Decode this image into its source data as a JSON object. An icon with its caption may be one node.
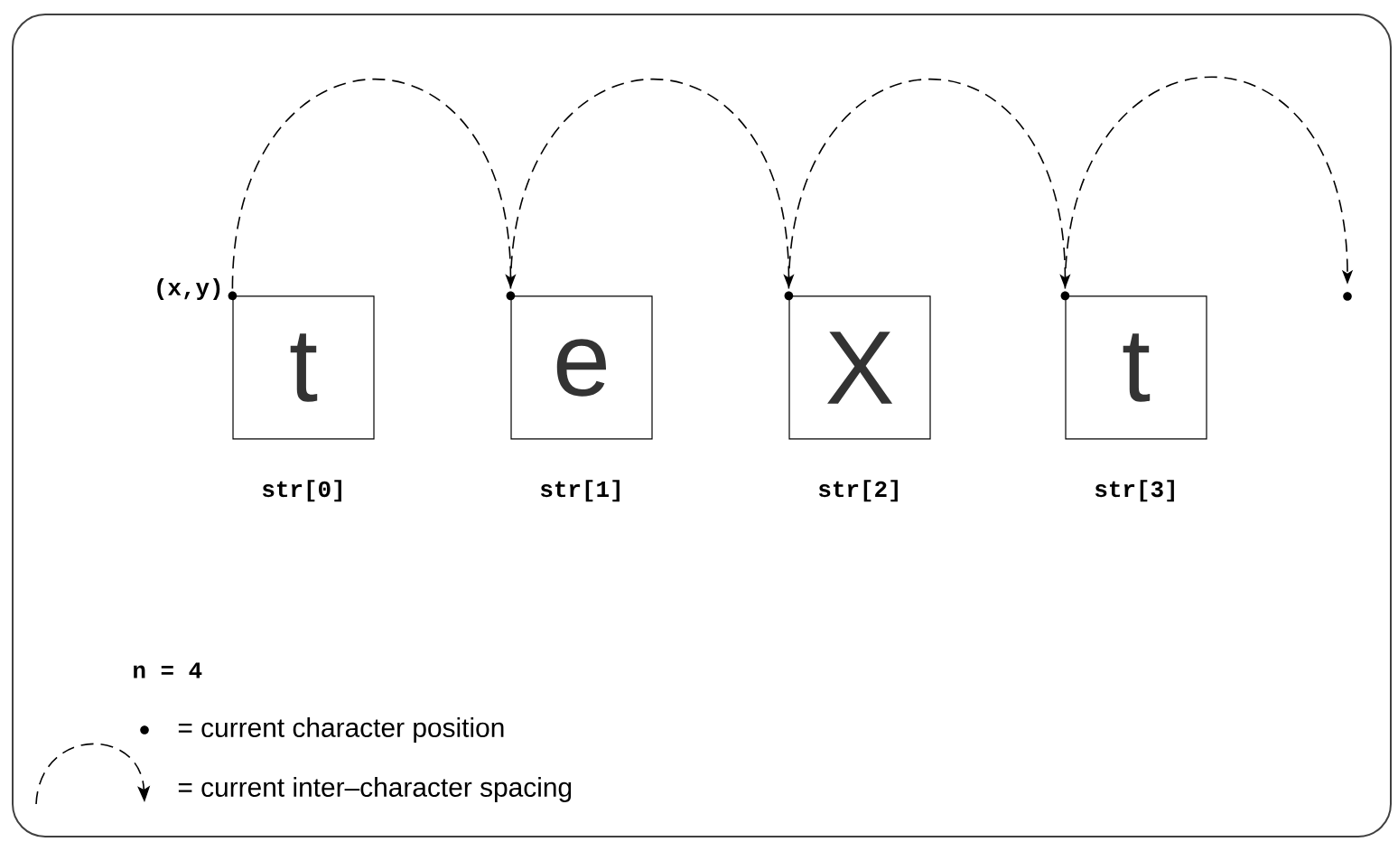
{
  "diagram": {
    "nodes": [
      {
        "text": [
          "t"
        ],
        "beside": [
          "str[0]"
        ]
      },
      {
        "text": [
          "e"
        ],
        "beside": [
          "str[1]"
        ]
      },
      {
        "text": [
          "X"
        ],
        "beside": [
          "str[2]"
        ]
      },
      {
        "text": [
          "t"
        ],
        "beside": [
          "str[3]"
        ]
      },
      {
        "text": [],
        "shape": "circle"
      }
    ],
    "edges": [
      {
        "from": 0,
        "to": 1,
        "arrow": "to",
        "style": "dashed"
      },
      {
        "from": 1,
        "to": 2,
        "arrow": "to",
        "style": "dashed"
      },
      {
        "from": 2,
        "to": 3,
        "arrow": "to",
        "style": "dashed"
      },
      {
        "from": 3,
        "to": 4,
        "arrow": "to",
        "style": "dashed"
      }
    ],
    "labels": [
      "(x,y)",
      "n = 4"
    ],
    "legend": [
      {
        "text": "= current character position"
      },
      {
        "text": "= current inter–character spacing"
      }
    ]
  }
}
